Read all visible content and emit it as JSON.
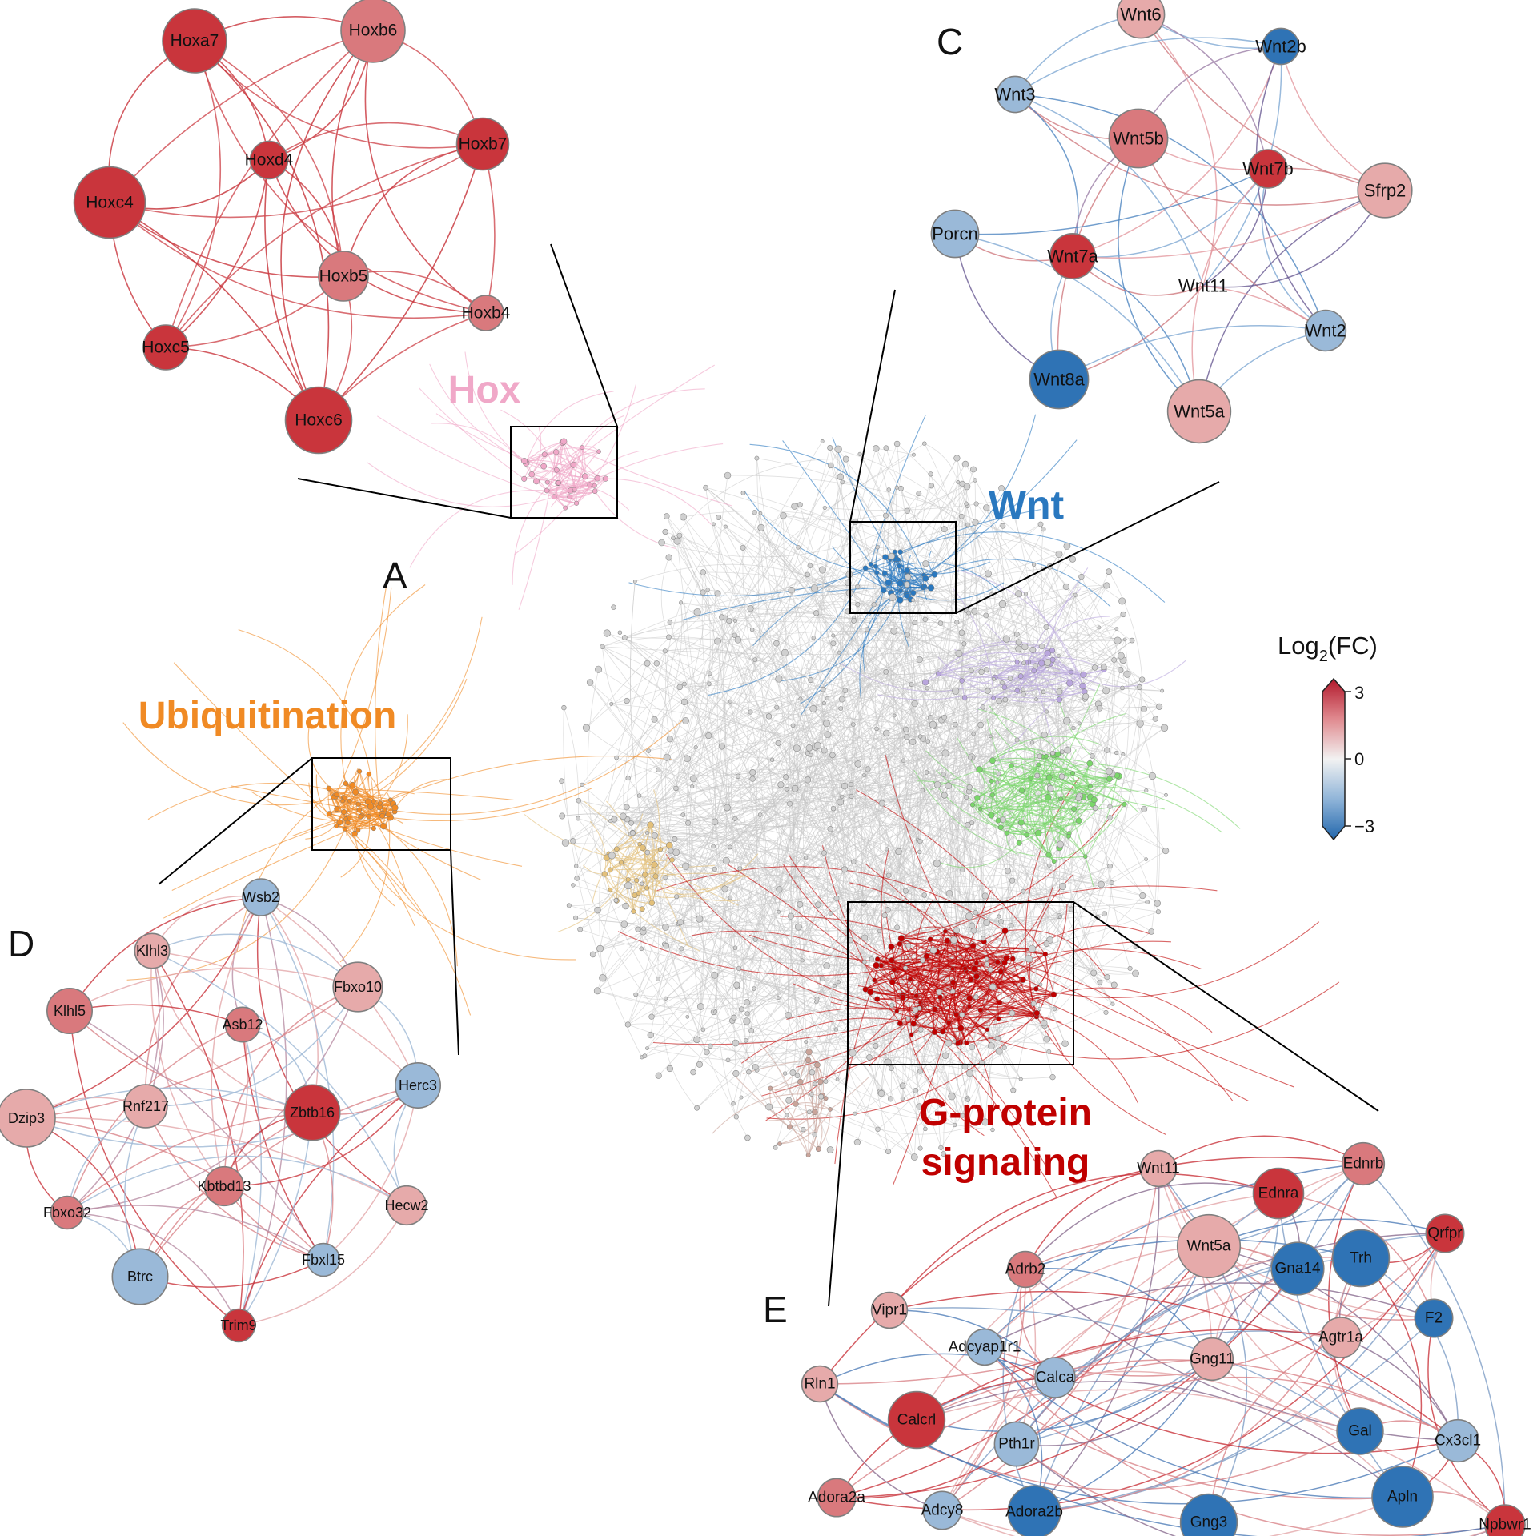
{
  "panel_letters": {
    "a": "A",
    "c": "C",
    "d": "D",
    "e": "E"
  },
  "cluster_titles": {
    "hox": "Hox",
    "wnt": "Wnt",
    "ubiquitination": "Ubiquitination",
    "gprotein_line1": "G-protein",
    "gprotein_line2": "signaling"
  },
  "colors": {
    "hox": "#f0a8c8",
    "wnt": "#2a78bf",
    "ubiquitination": "#f08a24",
    "gprotein": "#c00000",
    "purple": "#b9a6dd",
    "green": "#7ad66a",
    "tan": "#e3c07a",
    "brown": "#c9a49a",
    "grey": "#c4c4c4",
    "strong_red": "#c9353c",
    "red": "#d9797d",
    "light_red": "#e6aaaa",
    "light_blue": "#9ab9d8",
    "blue": "#2f73b5"
  },
  "legend": {
    "title_main": "Log",
    "title_sub": "2",
    "title_rest": "(FC)",
    "ticks": [
      "3",
      "0",
      "−3"
    ]
  },
  "panel_hox": [
    {
      "label": "Hoxa7",
      "color": "strong_red",
      "size": 1.0
    },
    {
      "label": "Hoxb6",
      "color": "red",
      "size": 1.0
    },
    {
      "label": "Hoxd4",
      "color": "strong_red",
      "size": 0.45
    },
    {
      "label": "Hoxb7",
      "color": "strong_red",
      "size": 0.75
    },
    {
      "label": "Hoxc4",
      "color": "strong_red",
      "size": 1.15
    },
    {
      "label": "Hoxb5",
      "color": "red",
      "size": 0.7
    },
    {
      "label": "Hoxb4",
      "color": "red",
      "size": 0.4
    },
    {
      "label": "Hoxc5",
      "color": "strong_red",
      "size": 0.6
    },
    {
      "label": "Hoxc6",
      "color": "strong_red",
      "size": 1.05
    }
  ],
  "panel_wnt": [
    {
      "label": "Wnt6",
      "color": "light_red",
      "size": 0.7
    },
    {
      "label": "Wnt2b",
      "color": "blue",
      "size": 0.45
    },
    {
      "label": "Wnt3",
      "color": "light_blue",
      "size": 0.45
    },
    {
      "label": "Wnt5b",
      "color": "red",
      "size": 0.95
    },
    {
      "label": "Wnt7b",
      "color": "strong_red",
      "size": 0.5
    },
    {
      "label": "Sfrp2",
      "color": "light_red",
      "size": 0.85
    },
    {
      "label": "Porcn",
      "color": "light_blue",
      "size": 0.7
    },
    {
      "label": "Wnt7a",
      "color": "strong_red",
      "size": 0.65
    },
    {
      "label": "Wnt11",
      "color": "light_red",
      "size": 0.0
    },
    {
      "label": "Wnt2",
      "color": "light_blue",
      "size": 0.55
    },
    {
      "label": "Wnt8a",
      "color": "blue",
      "size": 0.95
    },
    {
      "label": "Wnt5a",
      "color": "light_red",
      "size": 1.05
    }
  ],
  "panel_ubiquitination": [
    {
      "label": "Wsb2",
      "color": "light_blue",
      "size": 0.5
    },
    {
      "label": "Klhl3",
      "color": "light_red",
      "size": 0.45
    },
    {
      "label": "Fbxo10",
      "color": "light_red",
      "size": 0.8
    },
    {
      "label": "Klhl5",
      "color": "red",
      "size": 0.7
    },
    {
      "label": "Asb12",
      "color": "red",
      "size": 0.45
    },
    {
      "label": "Herc3",
      "color": "light_blue",
      "size": 0.7
    },
    {
      "label": "Dzip3",
      "color": "light_red",
      "size": 1.0
    },
    {
      "label": "Rnf217",
      "color": "light_red",
      "size": 0.65
    },
    {
      "label": "Zbtb16",
      "color": "strong_red",
      "size": 0.95
    },
    {
      "label": "Kbtbd13",
      "color": "red",
      "size": 0.55
    },
    {
      "label": "Hecw2",
      "color": "light_red",
      "size": 0.55
    },
    {
      "label": "Fbxo32",
      "color": "red",
      "size": 0.4
    },
    {
      "label": "Fbxl15",
      "color": "light_blue",
      "size": 0.4
    },
    {
      "label": "Btrc",
      "color": "light_blue",
      "size": 0.95
    },
    {
      "label": "Trim9",
      "color": "strong_red",
      "size": 0.4
    }
  ],
  "panel_gprotein": [
    {
      "label": "Wnt11",
      "color": "light_red",
      "size": 0.4
    },
    {
      "label": "Ednrb",
      "color": "red",
      "size": 0.55
    },
    {
      "label": "Ednra",
      "color": "strong_red",
      "size": 0.75
    },
    {
      "label": "Wnt5a",
      "color": "light_red",
      "size": 1.05
    },
    {
      "label": "Qrfpr",
      "color": "strong_red",
      "size": 0.45
    },
    {
      "label": "Gna14",
      "color": "blue",
      "size": 0.8
    },
    {
      "label": "Trh",
      "color": "blue",
      "size": 0.9
    },
    {
      "label": "Adrb2",
      "color": "red",
      "size": 0.4
    },
    {
      "label": "Vipr1",
      "color": "light_red",
      "size": 0.4
    },
    {
      "label": "F2",
      "color": "blue",
      "size": 0.45
    },
    {
      "label": "Agtr1a",
      "color": "light_red",
      "size": 0.5
    },
    {
      "label": "Adcyap1r1",
      "color": "light_blue",
      "size": 0.4
    },
    {
      "label": "Gng11",
      "color": "light_red",
      "size": 0.55
    },
    {
      "label": "Calca",
      "color": "light_blue",
      "size": 0.5
    },
    {
      "label": "Rln1",
      "color": "light_red",
      "size": 0.4
    },
    {
      "label": "Calcrl",
      "color": "strong_red",
      "size": 0.9
    },
    {
      "label": "Gal",
      "color": "blue",
      "size": 0.65
    },
    {
      "label": "Pth1r",
      "color": "light_blue",
      "size": 0.6
    },
    {
      "label": "Cx3cl1",
      "color": "light_blue",
      "size": 0.55
    },
    {
      "label": "Adora2a",
      "color": "red",
      "size": 0.45
    },
    {
      "label": "Adcy8",
      "color": "light_blue",
      "size": 0.45
    },
    {
      "label": "Adora2b",
      "color": "blue",
      "size": 0.8
    },
    {
      "label": "Gng3",
      "color": "blue",
      "size": 0.9
    },
    {
      "label": "Apln",
      "color": "blue",
      "size": 1.0
    },
    {
      "label": "Npbwr1",
      "color": "strong_red",
      "size": 0.5
    }
  ]
}
